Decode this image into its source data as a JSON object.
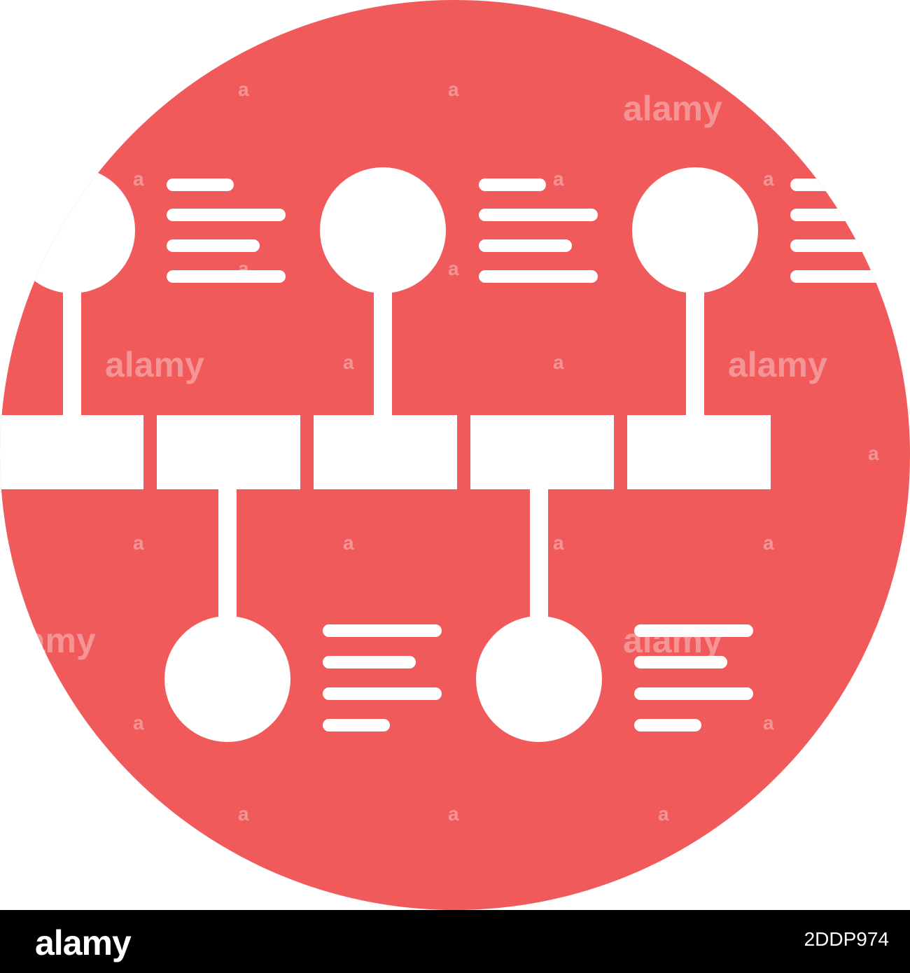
{
  "colors": {
    "badge": "#f05a5b",
    "shapes": "#ffffff",
    "footer_bg": "#000000",
    "footer_text": "#ffffff"
  },
  "icon": "timeline-infographic-icon",
  "watermark": {
    "word": "alamy",
    "mark": "a"
  },
  "footer": {
    "brand": "alamy",
    "stock_id": "2DDP974"
  }
}
